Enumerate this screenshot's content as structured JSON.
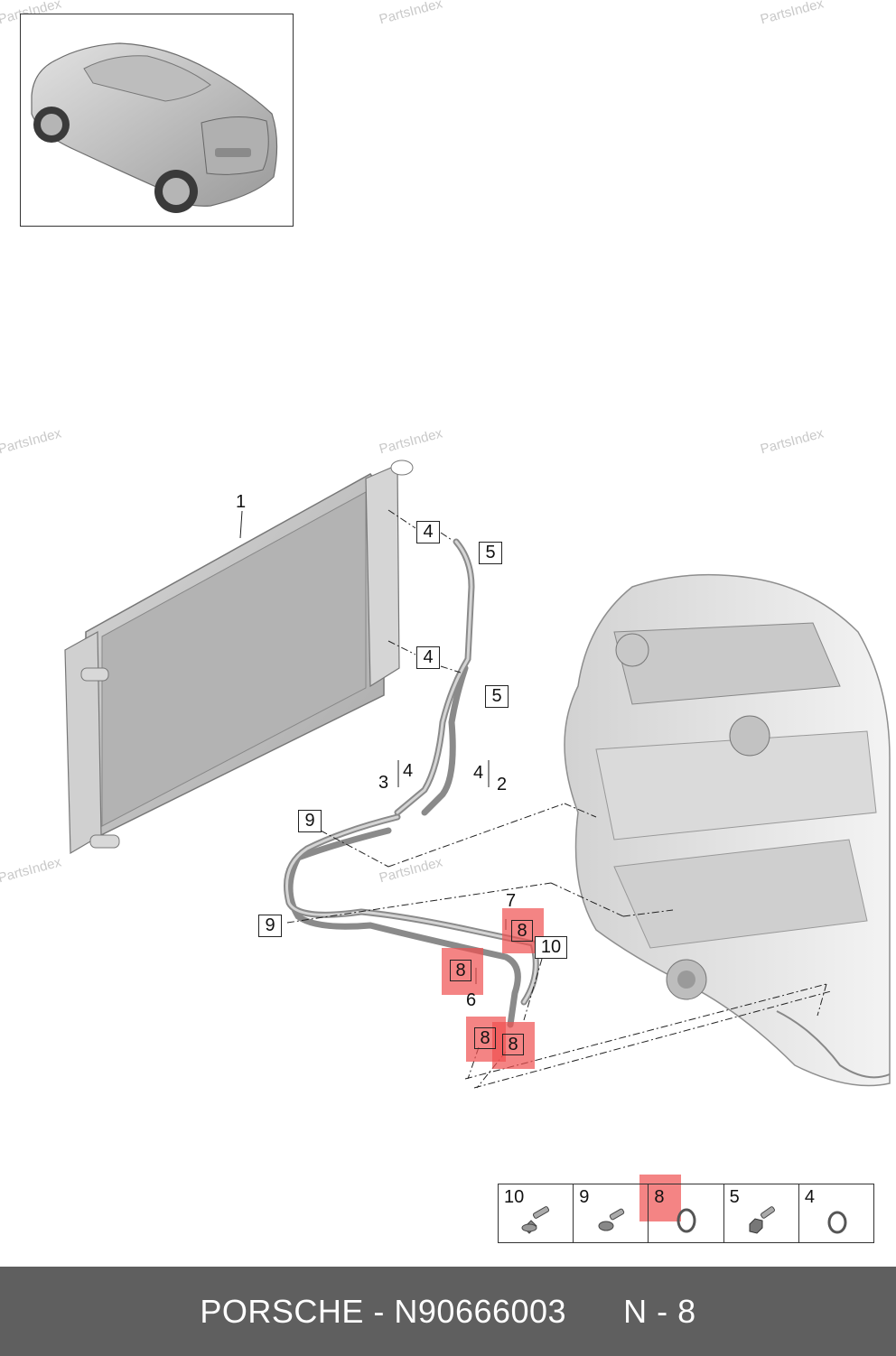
{
  "watermark": "PartsIndex",
  "callouts": {
    "c1": "1",
    "c4a": "4",
    "c5a": "5",
    "c4b": "4",
    "c5b": "5",
    "c3": "3",
    "c4c": "4",
    "c4d": "4",
    "c2": "2",
    "c9a": "9",
    "c9b": "9",
    "c7": "7",
    "c8a": "8",
    "c10": "10",
    "c8b": "8",
    "c6": "6",
    "c8c": "8",
    "c8d": "8"
  },
  "legend": [
    {
      "num": "10",
      "icon": "bolt-flange-icon"
    },
    {
      "num": "9",
      "icon": "bolt-icon"
    },
    {
      "num": "8",
      "icon": "seal-ring-icon"
    },
    {
      "num": "5",
      "icon": "hex-bolt-icon"
    },
    {
      "num": "4",
      "icon": "o-ring-icon"
    }
  ],
  "footer": {
    "brand": "PORSCHE - N90666003",
    "ref": "N - 8"
  },
  "highlight_color": "#f05050"
}
